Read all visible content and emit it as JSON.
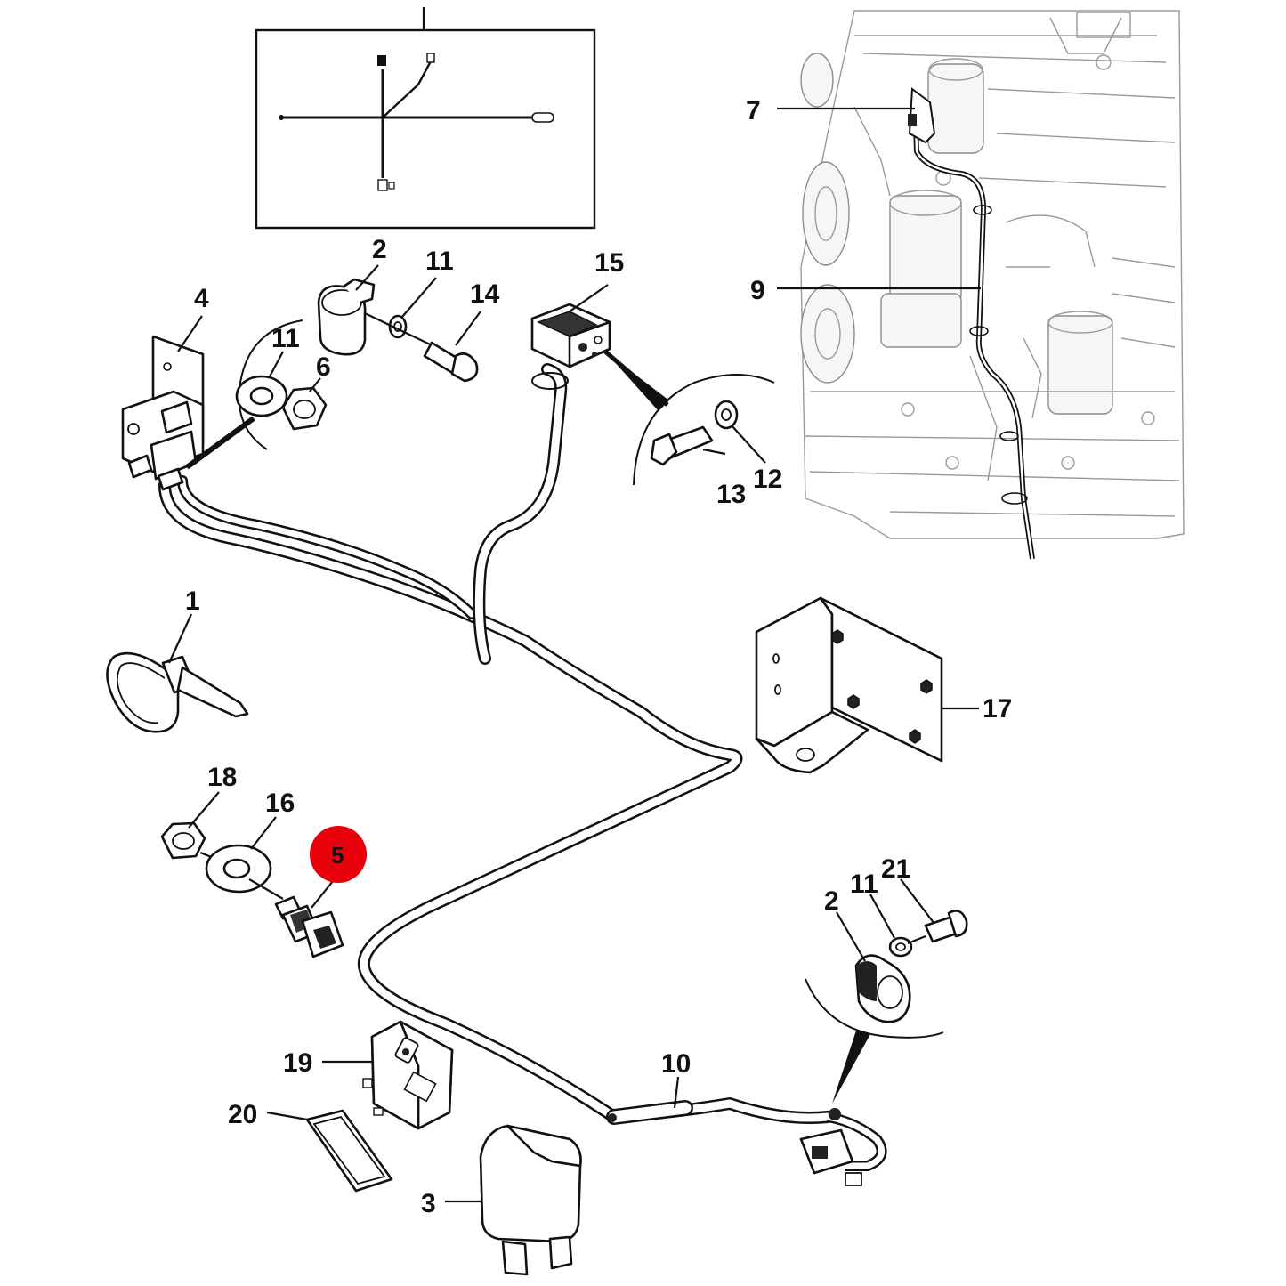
{
  "diagram": {
    "callouts": {
      "c1": "1",
      "c2a": "2",
      "c2b": "2",
      "c3": "3",
      "c4": "4",
      "c5": "5",
      "c6": "6",
      "c7": "7",
      "c9": "9",
      "c10": "10",
      "c11a": "11",
      "c11b": "11",
      "c11c": "11",
      "c12": "12",
      "c13": "13",
      "c14": "14",
      "c15": "15",
      "c16": "16",
      "c17": "17",
      "c18": "18",
      "c19": "19",
      "c20": "20",
      "c21": "21"
    },
    "highlight_color": "#e8000b",
    "line_color": "#111111"
  }
}
